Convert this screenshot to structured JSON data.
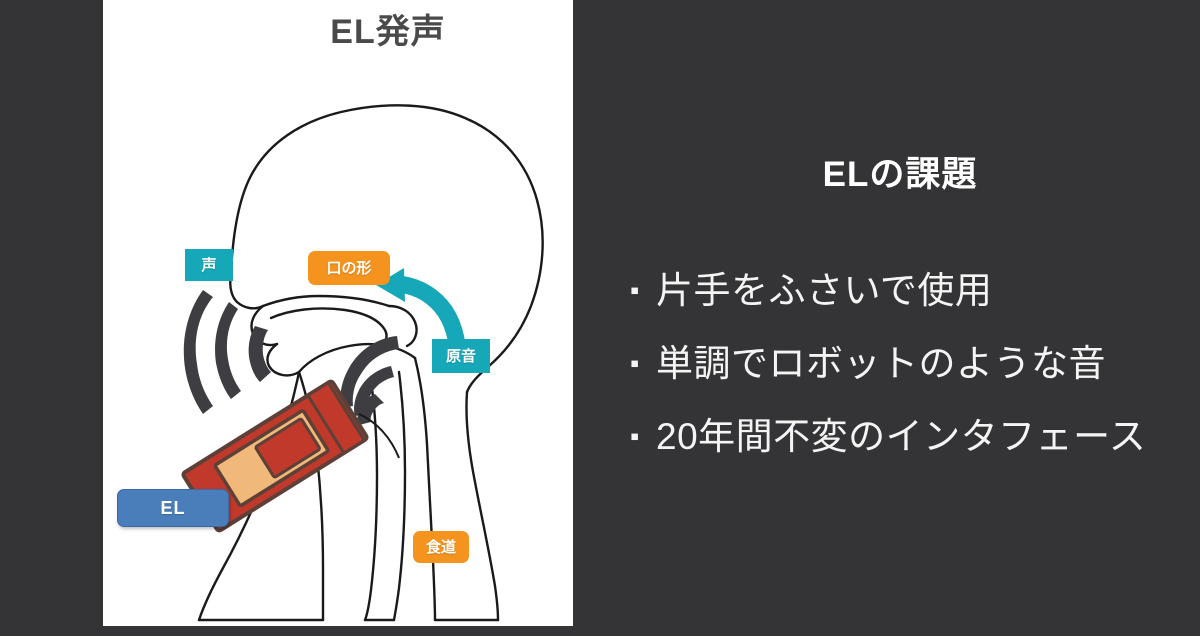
{
  "slide": {
    "background_color": "#343436"
  },
  "figure": {
    "title": "EL発声",
    "title_color": "#4a4a4a",
    "panel_background": "#ffffff",
    "labels": [
      {
        "id": "koe",
        "text": "声",
        "color": "#16a8b8",
        "shape": "rect"
      },
      {
        "id": "kuchi",
        "text": "口の形",
        "color": "#f5931f",
        "shape": "rounded"
      },
      {
        "id": "genon",
        "text": "原音",
        "color": "#16a8b8",
        "shape": "rect"
      },
      {
        "id": "shokudo",
        "text": "食道",
        "color": "#f5931f",
        "shape": "rounded"
      },
      {
        "id": "el",
        "text": "EL",
        "color": "#4a7ebb",
        "shape": "rounded"
      }
    ],
    "device": {
      "body_color": "#c0392b",
      "panel_color": "#f0b97a",
      "inner_color": "#c0392b",
      "outline_color": "#5d4037"
    },
    "arrow": {
      "name": "origin-sound-to-mouth-arrow",
      "color": "#16a8b8"
    },
    "soundwave_color": "#3e3e42",
    "anatomy_line_color": "#1a1a1a"
  },
  "content": {
    "title": "ELの課題",
    "title_color": "#ffffff",
    "bullet_mark": "▪",
    "bullets": [
      {
        "text": "片手をふさいで使用"
      },
      {
        "text": "単調でロボットのような音"
      },
      {
        "text": "20年間不変のインタフェース"
      }
    ]
  }
}
